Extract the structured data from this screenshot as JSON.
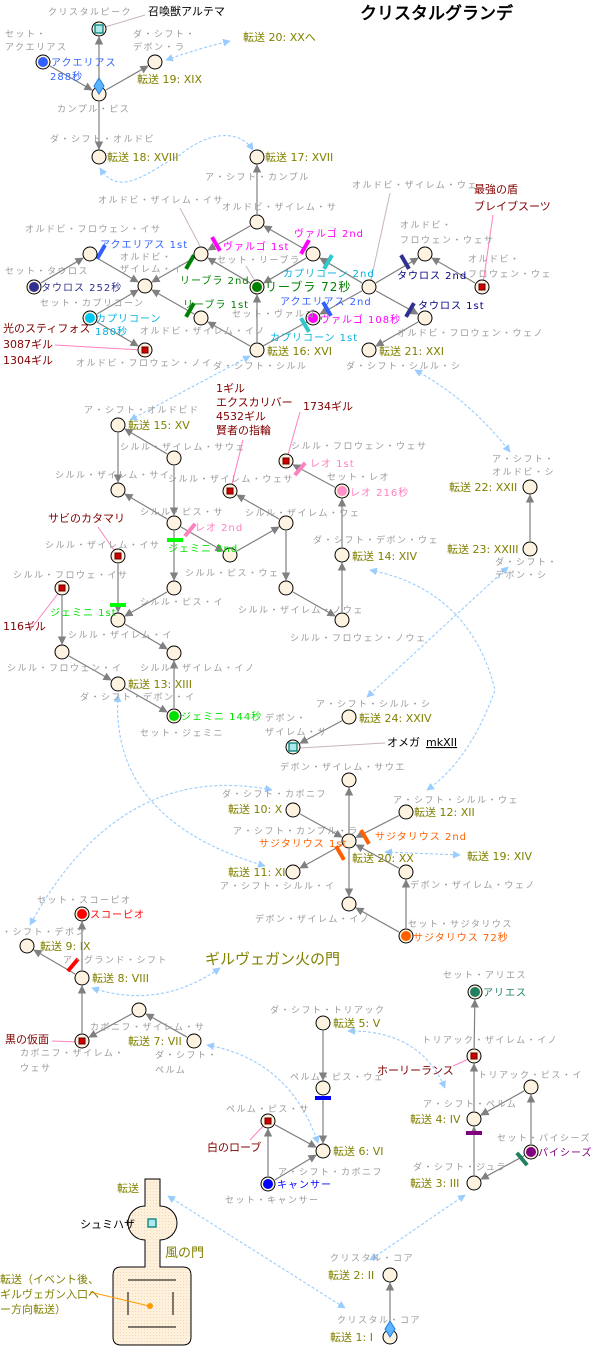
{
  "title": "クリスタルグランデ",
  "colors": {
    "node_fill": "#fdf3e0",
    "edge": "#808080",
    "warp_link": "#99ccff",
    "transport_text": "#808000",
    "item_text": "#800000",
    "place_text": "#9a9a9a"
  },
  "callouts": {
    "ultima": "召喚獣アルテマ",
    "omega_name": "オメガ",
    "omega_mark": "mkXII",
    "shumihaza": "シュミハザ",
    "gilvegan_gate": "ギルヴェガン火の門",
    "wind_gate": "風の門",
    "shumihaza_warp": "転送",
    "event_warp": [
      "転送（イベント後、",
      "ギルヴェガン入口へ",
      "ー方向転送）"
    ]
  },
  "places": [
    "クリスタルピーク",
    "セット・",
    "アクエリアス",
    "ダ・シフト・",
    "デボン・ラ",
    "カンプル・ピス",
    "ダ・シフト・オルドビ",
    "ア・シフト・カンプル",
    "オルドビ・ザイレム・イサ",
    "オルドビ・ザイレム・サ",
    "オルドビ・ザイレム・ウェ",
    "オルドビ・フロウェン・イサ",
    "オルドビ・",
    "フロウェン・ウェサ",
    "オルドビ・",
    "フロウェン・ウェ",
    "オルドビ・",
    "ザイレム・イ",
    "セット・タウロス",
    "セット・リーブラ",
    "セット・カプリコーン",
    "セット・ヴァルゴ",
    "オルドビ・ザイレム・イノ",
    "オルドビ・フロウェン・ウェノ",
    "オルドビ・フロウェン・ノイ",
    "ダ・シフト・シルル",
    "ダ・シフト・シルル・シ",
    "ア・シフト・オルドビド",
    "シルル・ザイレム・サウェ",
    "シルル・ザイレム・サイ",
    "シルル・ザイレム・ウェサ",
    "シルル・フロウェン・ウェサ",
    "セット・レオ",
    "シルル・ザイレム・ウェ",
    "シルル・ピス・サ",
    "シルル・ザイレム・イサ",
    "シルル・ピス・ウェ",
    "ダ・シフト・デボン・ウェ",
    "シルル・フロウェ・イサ",
    "シルル・ピス・イ",
    "シルル・ザイレム・イ",
    "シルル・ザイレム・ノウェ",
    "シルル・フロウェン・ノウェ",
    "シルル・フロウェン・イ",
    "シルル・ザイレム・イノ",
    "ダ・シフト・デボン・イ",
    "セット・ジェミニ",
    "ア・シフト・",
    "オルドビ・シ",
    "ダ・シフト・",
    "デボン・シ",
    "ア・シフト・シルル・シ",
    "デボン・",
    "ザイレム・サ",
    "デボン・ザイレム・サウエ",
    "ダ・シフト・カボニフ",
    "ア・シフト・シルル・ウェ",
    "ア・シフト・カンプル・ラ",
    "ア・シフト・シルル・イ",
    "デボン・ザイレム・ウェノ",
    "デボン・ザイレム・イノ",
    "セット・サジタリウス",
    "セット・スコーピオ",
    "・シフト・デボン",
    "ア・グランド・シフト",
    "カボニフ・ザイレム・サ",
    "カボニフ・ザイレム・",
    "ウェサ",
    "ダ・シフト・",
    "ペルム",
    "ダ・シフト・トリアック",
    "ペルム・ピス・ウェ",
    "ペルム・ピス・サ",
    "ア・シフト・カボニフ",
    "セット・キャンサー",
    "セット・アリエス",
    "トリアック・ザイレム・イノ",
    "トリアック・ピス・イ",
    "ア・シフト・ペルム",
    "セット・パイシーズ",
    "ダ・シフト・ジュラ",
    "クリスタル・コア",
    "クリスタル・コア"
  ],
  "transports": [
    "転送 20: XXへ",
    "転送 19: XIX",
    "転送 18: XVIII",
    "転送 17: XVII",
    "転送 16: XVI",
    "転送 21: XXI",
    "転送 15: XV",
    "転送 14: XIV",
    "転送 22: XXII",
    "転送 23: XXIII",
    "転送 13: XIII",
    "転送 24: XXIV",
    "転送 10: X",
    "転送 12: XII",
    "転送 20: XX",
    "転送 19: XIV",
    "転送 11: XI",
    "転送 9: IX",
    "転送 8: VIII",
    "転送 7: VII",
    "転送 5: V",
    "転送 6: VI",
    "転送 4: IV",
    "転送 3: III",
    "転送 2: II",
    "転送 1: I"
  ],
  "constellations": [
    {
      "label": "アクエリアス",
      "color": "#3060ff"
    },
    {
      "label": "288秒",
      "color": "#3060ff"
    },
    {
      "label": "アクエリアス 1st",
      "color": "#3060ff"
    },
    {
      "label": "タウロス 252秒",
      "color": "#303090"
    },
    {
      "label": "カプリコーン",
      "color": "#00b0e0"
    },
    {
      "label": "180秒",
      "color": "#00b0e0"
    },
    {
      "label": "ヴァルゴ 1st",
      "color": "#ff00ff"
    },
    {
      "label": "ヴァルゴ 2nd",
      "color": "#ff00ff"
    },
    {
      "label": "カプリコーン 2nd",
      "color": "#00b0e0"
    },
    {
      "label": "リーブラ 2nd",
      "color": "#008000"
    },
    {
      "label": "リーブラ 72秒",
      "color": "#008000"
    },
    {
      "label": "リーブラ 1st",
      "color": "#008000"
    },
    {
      "label": "アクエリアス 2nd",
      "color": "#3060ff"
    },
    {
      "label": "ヴァルゴ 108秒",
      "color": "#ff00ff"
    },
    {
      "label": "カプリコーン 1st",
      "color": "#00b0e0"
    },
    {
      "label": "タウロス 2nd",
      "color": "#000080"
    },
    {
      "label": "タウロス 1st",
      "color": "#000080"
    },
    {
      "label": "レオ 1st",
      "color": "#ff80c0"
    },
    {
      "label": "レオ 216秒",
      "color": "#ff80c0"
    },
    {
      "label": "レオ 2nd",
      "color": "#ff80c0"
    },
    {
      "label": "ジェミニ 2nd",
      "color": "#00e000"
    },
    {
      "label": "ジェミニ 1st",
      "color": "#00e000"
    },
    {
      "label": "ジェミニ 144秒",
      "color": "#00e000"
    },
    {
      "label": "サジタリウス 2nd",
      "color": "#ff6000"
    },
    {
      "label": "サジタリウス 1st",
      "color": "#ff6000"
    },
    {
      "label": "サジタリウス 72秒",
      "color": "#ff6000"
    },
    {
      "label": "スコーピオ",
      "color": "#ff0000"
    },
    {
      "label": "キャンサー",
      "color": "#0000ff"
    },
    {
      "label": "アリエス",
      "color": "#208060"
    },
    {
      "label": "パイシーズ",
      "color": "#800080"
    }
  ],
  "items": [
    "最強の盾",
    "ブレイブスーツ",
    "光のスティフォス",
    "3087ギル",
    "1304ギル",
    "1ギル",
    "エクスカリバー",
    "4532ギル",
    "賢者の指輪",
    "1734ギル",
    "サビのカタマリ",
    "116ギル",
    "黒の仮面",
    "白のローブ",
    "ホーリーランス"
  ]
}
